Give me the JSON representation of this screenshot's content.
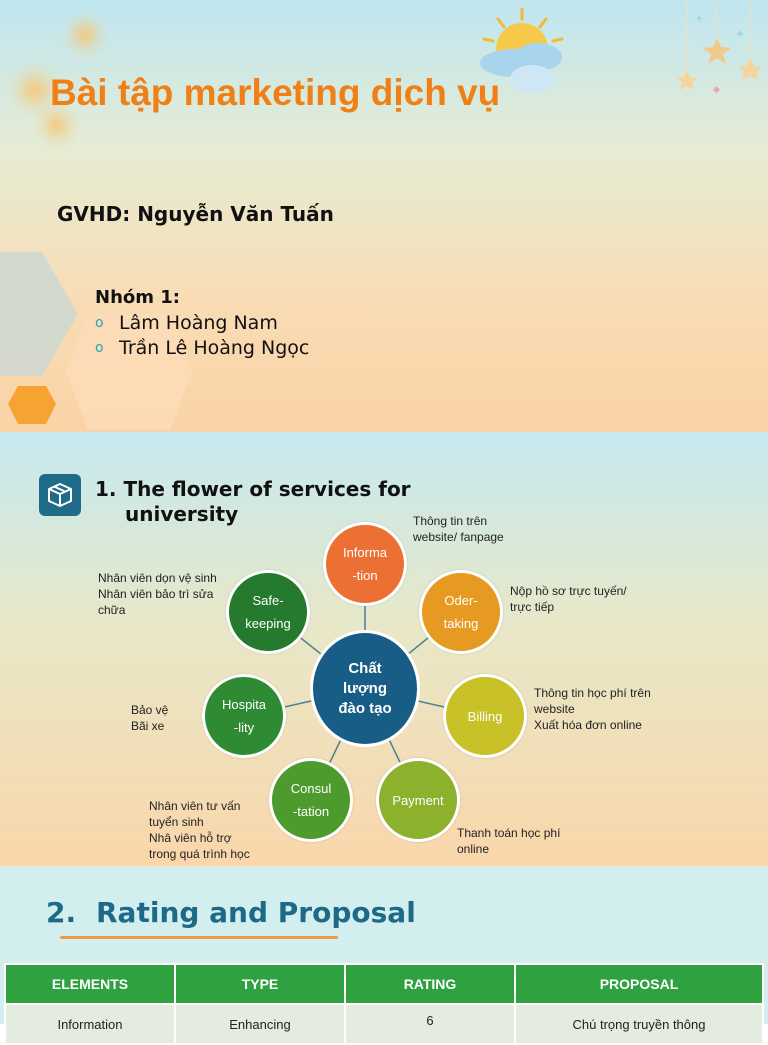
{
  "slide1": {
    "title": "Bài tập marketing dịch vụ",
    "instructor": "GVHD: Nguyễn Văn Tuấn",
    "group_label": "Nhóm 1:",
    "members": [
      "Lâm Hoàng Nam",
      "Trần Lê Hoàng Ngọc"
    ],
    "colors": {
      "title": "#f07f16",
      "bullet": "#2aa3b3",
      "hexagon": "#f5a431"
    }
  },
  "slide2": {
    "heading_number": "1.",
    "heading_line1": "The flower of services for",
    "heading_line2": "university",
    "icon": "package-box-icon",
    "core": {
      "line1": "Chất",
      "line2": "lượng",
      "line3": "đào tạo",
      "color": "#185d85"
    },
    "petals": [
      {
        "line1": "Informa",
        "line2": "-tion",
        "color": "#ec6f33",
        "note": [
          "Thông tin trên",
          "website/ fanpage"
        ]
      },
      {
        "line1": "Oder-",
        "line2": "taking",
        "color": "#e79a22",
        "note": [
          "Nộp hồ sơ trực tuyến/",
          "trực tiếp"
        ]
      },
      {
        "line1": "Billing",
        "line2": "",
        "color": "#c8c127",
        "note": [
          "Thông tin học phí trên",
          "website",
          "Xuất hóa đơn online"
        ]
      },
      {
        "line1": "Payment",
        "line2": "",
        "color": "#8bb12d",
        "note": [
          "Thanh toán học phí",
          "online"
        ]
      },
      {
        "line1": "Consul",
        "line2": "-tation",
        "color": "#4e9b2d",
        "note": [
          "Nhân viên tư vấn",
          "tuyển sinh",
          "Nhâ viên hỗ trợ",
          "trong quá trình học"
        ]
      },
      {
        "line1": "Hospita",
        "line2": "-lity",
        "color": "#2e8a33",
        "note": [
          "Bảo vệ",
          "Bãi xe"
        ]
      },
      {
        "line1": "Safe-",
        "line2": "keeping",
        "color": "#257a2e",
        "note": [
          "Nhân viên dọn vệ sinh",
          "Nhân viên bảo trì sửa",
          "chữa"
        ]
      }
    ]
  },
  "slide3": {
    "number": "2.",
    "title": "Rating and Proposal",
    "columns": [
      "ELEMENTS",
      "TYPE",
      "RATING",
      "PROPOSAL"
    ],
    "rows": [
      [
        "Information",
        "Enhancing",
        "6",
        "Chú trọng truyền thông"
      ]
    ],
    "colors": {
      "header": "#2fa140",
      "title": "#1d6a88",
      "underline": "#f09a3e"
    }
  }
}
